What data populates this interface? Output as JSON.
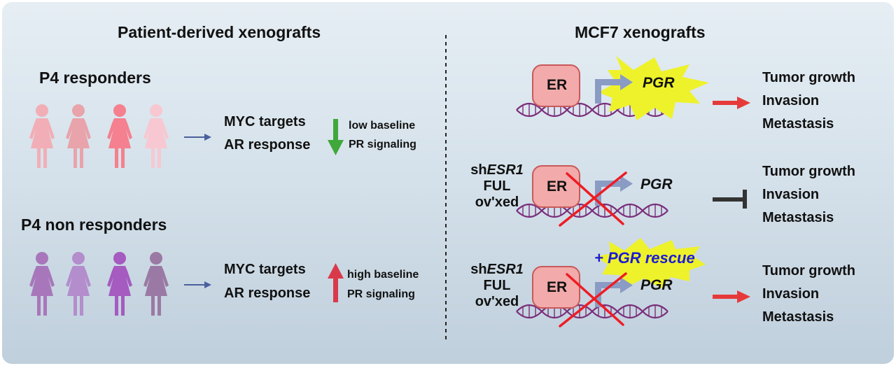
{
  "left": {
    "title": "Patient-derived xenografts",
    "responders": {
      "label": "P4 responders",
      "line1": "MYC targets",
      "line2": "AR response",
      "note1": "low baseline",
      "note2": "PR signaling",
      "colors": [
        "#f2aeb6",
        "#e8a3ab",
        "#f5808f",
        "#f7c8d1"
      ]
    },
    "non_responders": {
      "label": "P4 non responders",
      "line1": "MYC targets",
      "line2": "AR response",
      "note1": "high baseline",
      "note2": "PR signaling",
      "colors": [
        "#a877bb",
        "#b48dcc",
        "#a55bc0",
        "#9a7aa4"
      ]
    }
  },
  "right": {
    "title": "MCF7 xenografts",
    "er_label": "ER",
    "pgr_label": "PGR",
    "rescue_label": "+ PGR rescue",
    "sh_prefix": "sh",
    "sh_gene": "ESR1",
    "ful": "FUL",
    "ovxed": "ov'xed",
    "outcome1": "Tumor growth",
    "outcome2": "Invasion",
    "outcome3": "Metastasis"
  },
  "colors": {
    "up_arrow": "#d93a4a",
    "down_arrow": "#3fa83a",
    "outcome_arrow": "#e63a3a",
    "inhibit": "#333333",
    "small_arrow": "#4a5f9c",
    "er_fill": "#f2aaaa",
    "er_stroke": "#c85a5a",
    "dna": "#7a2d7a",
    "cross": "#ee1c24",
    "burst": "#eef22a",
    "promoter": "#8a9bc4"
  }
}
